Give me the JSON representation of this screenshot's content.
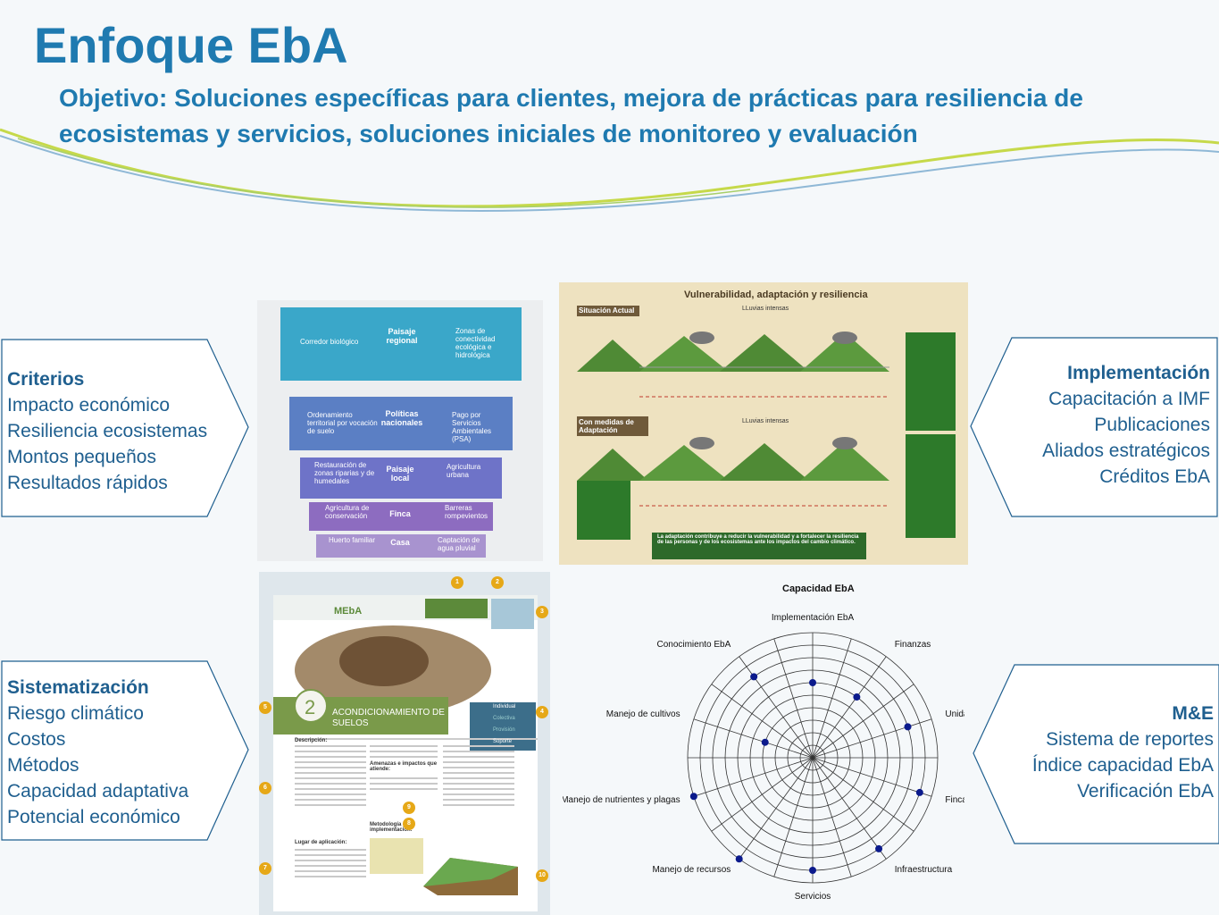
{
  "title": "Enfoque EbA",
  "subtitle": "Objetivo: Soluciones específicas para clientes, mejora de prácticas para resiliencia de ecosistemas y servicios, soluciones iniciales de monitoreo y evaluación",
  "colors": {
    "title": "#1f7ab0",
    "box_text": "#1f5f8f",
    "box_border": "#1f5f8f"
  },
  "criterios": {
    "heading": "Criterios",
    "items": [
      "Impacto económico",
      "Resiliencia ecosistemas",
      "Montos pequeños",
      "Resultados rápidos"
    ]
  },
  "implementacion": {
    "heading": "Implementación",
    "items": [
      "Capacitación a IMF",
      "Publicaciones",
      "Aliados estratégicos",
      "Créditos EbA"
    ]
  },
  "sistematizacion": {
    "heading": "Sistematización",
    "items": [
      "Riesgo climático",
      "Costos",
      "Métodos",
      "Capacidad adaptativa",
      "Potencial económico"
    ]
  },
  "mye": {
    "heading": "M&E",
    "items": [
      "Sistema de reportes",
      "Índice capacidad EbA",
      "Verificación EbA"
    ]
  },
  "funnel": {
    "levels": [
      "Paisaje regional",
      "Políticas nacionales",
      "Paisaje local",
      "Finca",
      "Casa"
    ],
    "left_notes": [
      "Corredor biológico",
      "Ordenamiento territorial por vocación de suelo",
      "Restauración de zonas riparias y de humedales",
      "Agricultura de conservación",
      "Huerto familiar"
    ],
    "right_notes": [
      "Zonas de conectividad ecológica e hidrológica",
      "Pago por Servicios Ambientales (PSA)",
      "Agricultura urbana",
      "Barreras rompevientos",
      "Captación de agua pluvial"
    ]
  },
  "vulnerability_poster": {
    "title": "Vulnerabilidad, adaptación y resiliencia",
    "panel1": "Situación Actual",
    "panel2": "Con medidas de Adaptación",
    "rain": "LLuvias intensas",
    "footer": "La adaptación contribuye a reducir la vulnerabilidad y a fortalecer la resiliencia de las personas y de los ecosistemas ante los impactos del cambio climático."
  },
  "document": {
    "brand": "MEbA",
    "number": "2",
    "heading": "ACONDICIONAMIENTO DE SUELOS",
    "side_tabs": [
      "Individual",
      "Colectiva",
      "Provisión",
      "Soporte"
    ],
    "section1": "Descripción:",
    "section2": "Amenazas e impactos que atiende:",
    "section3": "Lugar de aplicación:",
    "section4": "Metodología de implementación:",
    "callouts": [
      "1",
      "2",
      "3",
      "4",
      "5",
      "6",
      "7",
      "8",
      "9",
      "10"
    ]
  },
  "radar": {
    "title": "Capacidad EbA",
    "axes": [
      "Implementación EbA",
      "Finanzas",
      "Unidad t",
      "Finca",
      "Infraestructura",
      "Servicios",
      "Manejo de recursos",
      "Manejo de nutrientes y plagas",
      "Manejo de cultivos",
      "Conocimiento EbA"
    ],
    "rings": 10,
    "values": [
      6,
      6,
      8,
      9,
      9,
      9,
      10,
      10,
      4,
      8
    ]
  }
}
